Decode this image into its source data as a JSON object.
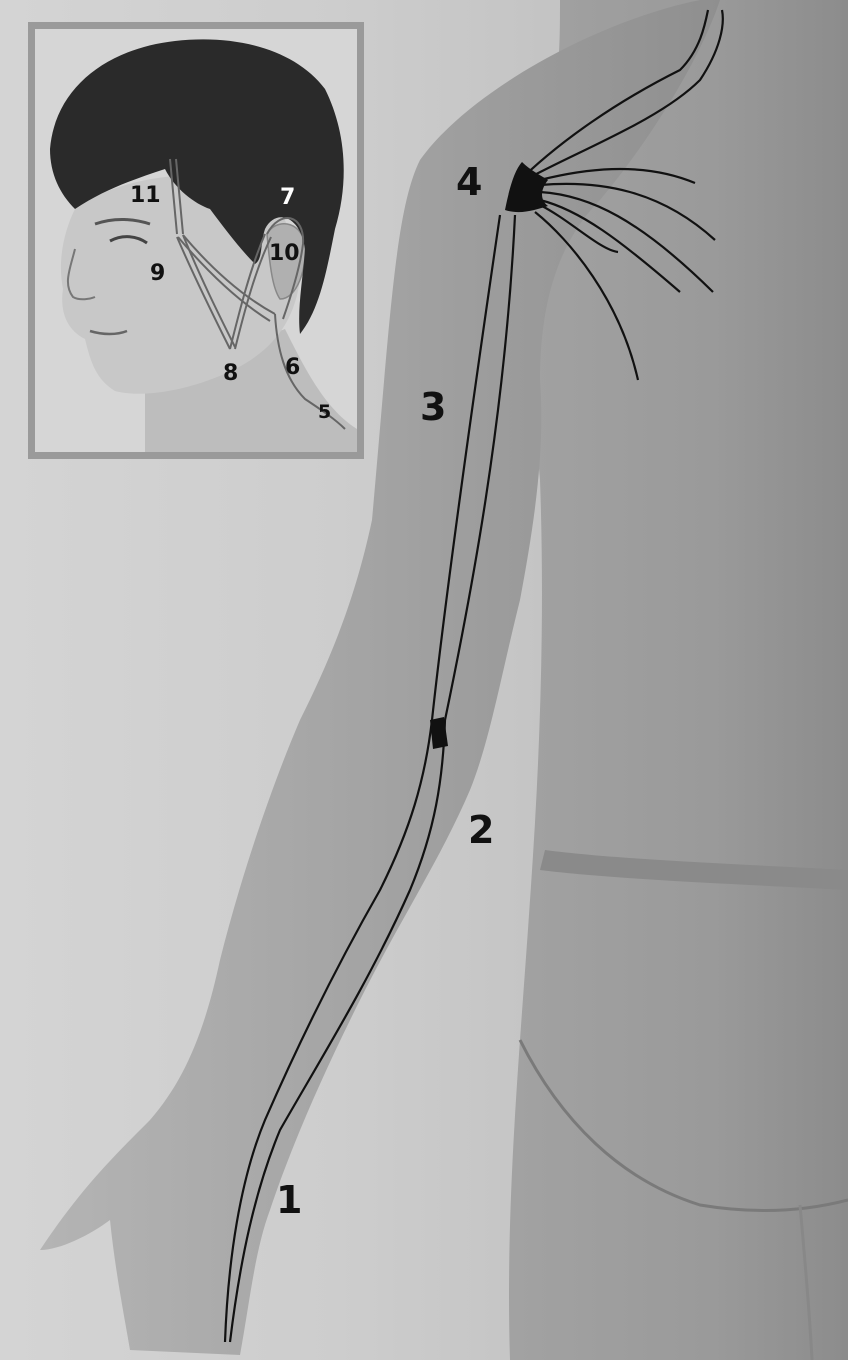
{
  "figure": {
    "labels": {
      "l1": "1",
      "l2": "2",
      "l3": "3",
      "l4": "4"
    },
    "inset": {
      "labels": {
        "l5": "5",
        "l6": "6",
        "l7": "7",
        "l8": "8",
        "l9": "9",
        "l10": "10",
        "l11": "11"
      }
    }
  },
  "colors": {
    "background": "#cfcfcf",
    "skin": "#a8a8a8",
    "hair": "#2a2a2a",
    "meridian_line": "#111111",
    "inset_border": "#9a9a9a"
  }
}
